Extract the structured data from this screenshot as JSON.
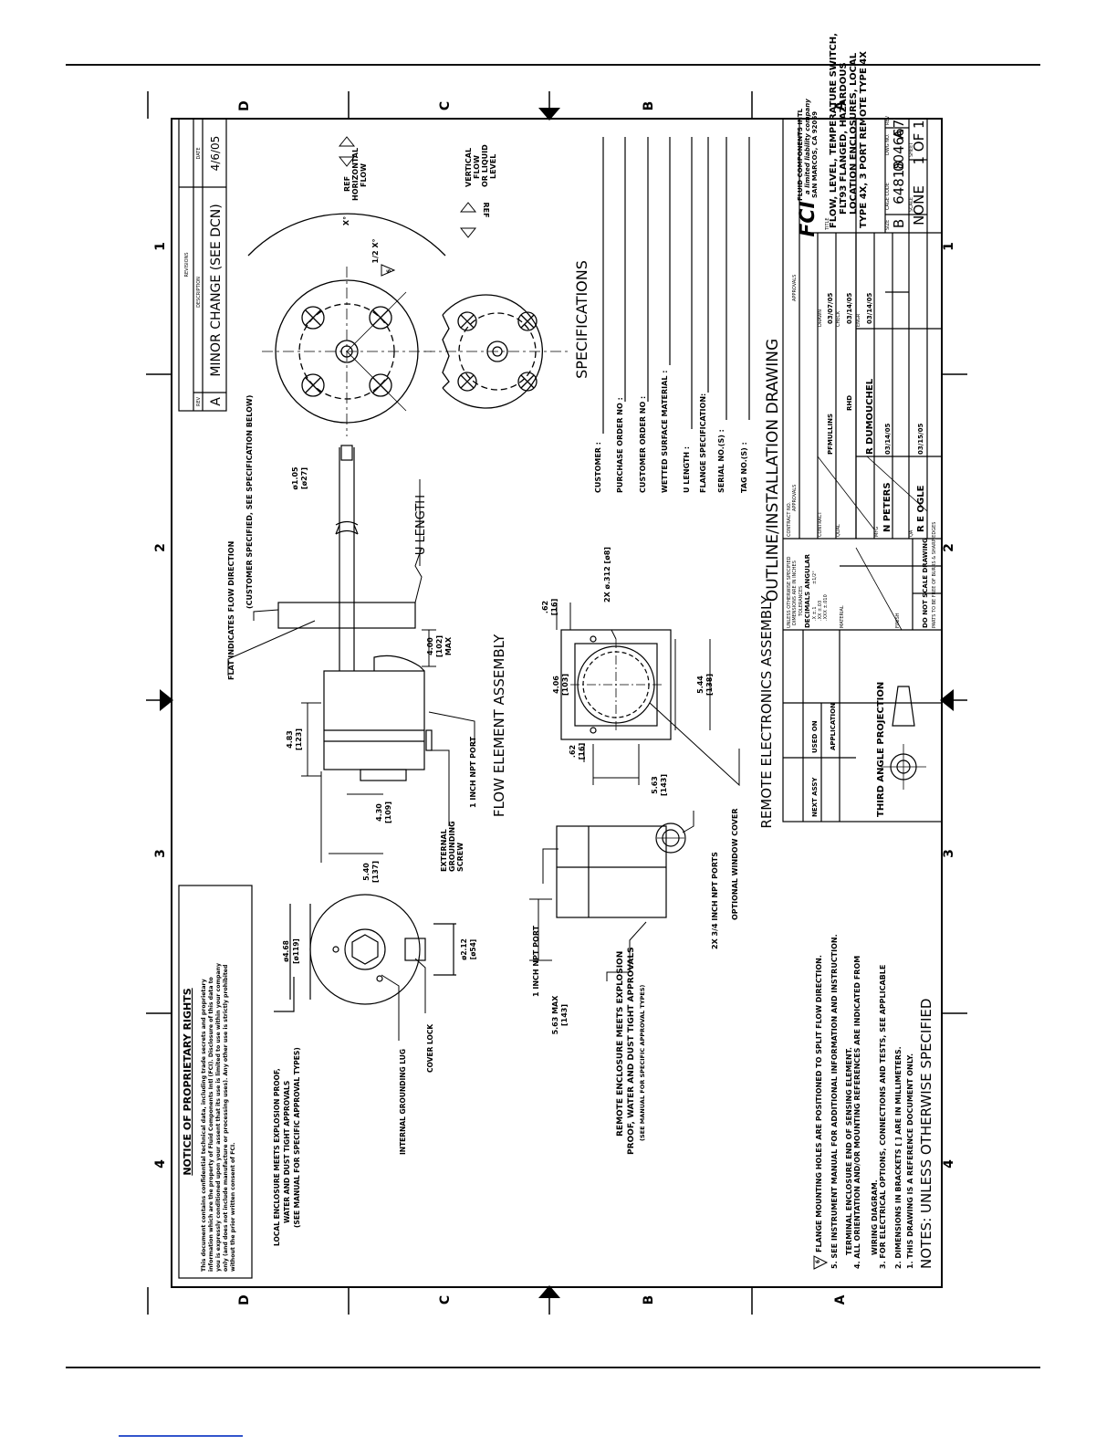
{
  "zones": {
    "top": [
      "D",
      "C",
      "B",
      "A"
    ],
    "bottom": [
      "D",
      "C",
      "B",
      "A"
    ],
    "left": [
      "4",
      "3",
      "2",
      "1"
    ],
    "right": [
      "4",
      "3",
      "2",
      "1"
    ]
  },
  "revisions": {
    "header": "REVISIONS",
    "col_rev": "REV",
    "col_description": "DESCRIPTION",
    "col_date": "DATE",
    "rev": "A",
    "description": "MINOR CHANGE (SEE DCN)",
    "date": "4/6/05"
  },
  "notice": {
    "title": "NOTICE OF PROPRIETARY RIGHTS",
    "lines": [
      "This document contains confidential technical data, including trade secrets and proprietary",
      "information which are the property of Fluid Components Intl (FCI). Disclosure of this data to",
      "you is expressly conditioned upon your assent that its use is limited to use within your company",
      "only (and does not include manufacture or processing uses). Any other use is strictly prohibited",
      "without the prior written consent of FCI."
    ]
  },
  "local_enclosure": {
    "lines": [
      "LOCAL ENCLOSURE MEETS EXPLOSION PROOF,",
      "WATER AND DUST TIGHT APPROVALS",
      "(SEE MANUAL FOR SPECIFIC APPROVAL TYPES)"
    ],
    "internal_lug": "INTERNAL GROUNDING LUG",
    "cover_lock": "COVER LOCK",
    "dia_outer": "ø4.68",
    "dia_outer_mm": "[ø119]",
    "dia_small": "ø2.12",
    "dia_small_mm": "[ø54]"
  },
  "flow_element": {
    "title": "FLOW ELEMENT ASSEMBLY",
    "flat_note": "FLAT INDICATES FLOW DIRECTION",
    "customer_note": "(CUSTOMER SPECIFIED, SEE SPECIFICATION BELOW)",
    "dim_483": "4.83",
    "dim_483_mm": "[123]",
    "dim_430": "4.30",
    "dim_430_mm": "[109]",
    "dim_540": "5.40",
    "dim_540_mm": "[137]",
    "dim_400": "4.00",
    "dim_400_mm": "[102]",
    "dim_400_max": "MAX",
    "dim_dia": "ø1.05",
    "dim_dia_mm": "[ø27]",
    "u_length": "U LENGTH",
    "external_screw": [
      "EXTERNAL",
      "GROUNDING",
      "SCREW"
    ],
    "npt_port": "1 INCH NPT PORT"
  },
  "flange": {
    "half_x": "1/2 X°",
    "x_deg": "X°",
    "note_num": "6",
    "ref_horizontal": [
      "REF",
      "HORIZONTAL",
      "FLOW"
    ],
    "vertical": [
      "VERTICAL",
      "FLOW",
      "OR LIQUID",
      "LEVEL"
    ],
    "ref": "REF"
  },
  "remote": {
    "title": "REMOTE ELECTRONICS ASSEMBLY",
    "lines": [
      "REMOTE ENCLOSURE MEETS EXPLOSION",
      "PROOF, WATER AND DUST TIGHT APPROVALS",
      "(SEE MANUAL FOR SPECIFIC APPROVAL TYPES)"
    ],
    "npt_port": "1 INCH NPT PORT",
    "max_dim": "5.63 MAX",
    "max_dim_mm": "[143]",
    "npt_ports": "2X 3/4 INCH NPT PORTS",
    "window_cover": "OPTIONAL WINDOW COVER",
    "dim_563": "5.63",
    "dim_563_mm": "[143]",
    "dim_062a": ".62",
    "dim_062a_mm": "[16]",
    "dim_406": "4.06",
    "dim_406_mm": "[103]",
    "dim_062b": ".62",
    "dim_062b_mm": "[16]",
    "dim_544": "5.44",
    "dim_544_mm": "[138]",
    "holes": "2X ø.312 [ø8]"
  },
  "specifications": {
    "title": "SPECIFICATIONS",
    "fields": [
      "CUSTOMER :",
      "PURCHASE ORDER NO :",
      "CUSTOMER ORDER NO :",
      "WETTED SURFACE MATERIAL :",
      "U LENGTH :",
      "FLANGE SPECIFICATION:",
      "SERIAL NO.(S) :",
      "TAG NO.(S) :"
    ]
  },
  "notes": {
    "title": "NOTES: UNLESS OTHERWISE SPECIFIED",
    "items": [
      "1. THIS DRAWING IS A REFERENCE DOCUMENT ONLY.",
      "2. DIMENSIONS IN BRACKETS [ ] ARE IN MILLIMETERS.",
      "3. FOR ELECTRICAL OPTIONS, CONNECTIONS AND TESTS, SEE APPLICABLE",
      "WIRING DIAGRAM.",
      "4. ALL ORIENTATION AND/OR MOUNTING REFERENCES ARE INDICATED FROM",
      "TERMINAL ENCLOSURE END OF SENSING ELEMENT.",
      "5. SEE INSTRUMENT MANUAL FOR ADDITIONAL INFORMATION AND INSTRUCTION.",
      "FLANGE MOUNTING HOLES ARE POSITIONED TO SPLIT FLOW DIRECTION."
    ],
    "item6_num": "6"
  },
  "title_block": {
    "drawing_title": "OUTLINE/INSTALLATION DRAWING",
    "company": [
      "FLUID COMPONENTS INTL",
      "a limited liability company",
      "SAN MARCOS, CA 92069"
    ],
    "logo": "FCI",
    "title_label": "TITLE",
    "title_lines": [
      "FLOW, LEVEL, TEMPERATURE SWITCH,",
      "FLT93 FLANGED, HAZARDOUS",
      "LOCATION ENCLOSURES, LOCAL",
      "TYPE 4X, 3 PORT REMOTE TYPE 4X"
    ],
    "size_label": "SIZE",
    "size": "B",
    "cage_label": "CAGE CODE",
    "cage": "64818",
    "dwg_label": "DWG NO.",
    "dwg": "004667",
    "rev_label": "REV",
    "rev": "A",
    "scale_label": "SCALE",
    "scale": "NONE",
    "sheet_label": "SHEET",
    "sheet": "1 OF 1",
    "approvals_label": "APPROVALS",
    "drawn_label": "DRAWN",
    "drawn": "PFMULLINS",
    "drawn_date": "03/07/05",
    "check_label": "CHECK",
    "check": "RHD",
    "check_date": "03/14/05",
    "engr_label": "ENGR",
    "engr": "R DUMOUCHEL",
    "engr_date": "03/14/05",
    "mfg_label": "MFG",
    "mfg": "N PETERS",
    "mfg_date": "03/14/05",
    "qa_label": "QA",
    "qa": "R E OGLE",
    "qa_date": "03/15/05",
    "contract_label": "CONTRACT NO.",
    "contract_sub": "CONTRACT",
    "qual_label": "QUAL",
    "tol_lines": [
      "UNLESS OTHERWISE SPECIFIED",
      "DIMENSIONS ARE IN INCHES",
      "TOLERANCES"
    ],
    "decimals": "DECIMALS",
    "angular": "ANGULAR",
    "tol_x": ".X ±.1",
    "tol_xx": ".XX ±.03",
    "tol_xxx": ".XXX ±.010",
    "tol_ang": "±1/2°",
    "material_label": "MATERIAL",
    "finish_label": "FINISH",
    "do_not_scale": "DO NOT SCALE DRAWING",
    "burrs": "PARTS TO BE FREE OF BURRS & SHARP EDGES",
    "next_assy": "NEXT ASSY",
    "used_on": "USED ON",
    "application": "APPLICATION",
    "projection": "THIRD ANGLE PROJECTION"
  }
}
